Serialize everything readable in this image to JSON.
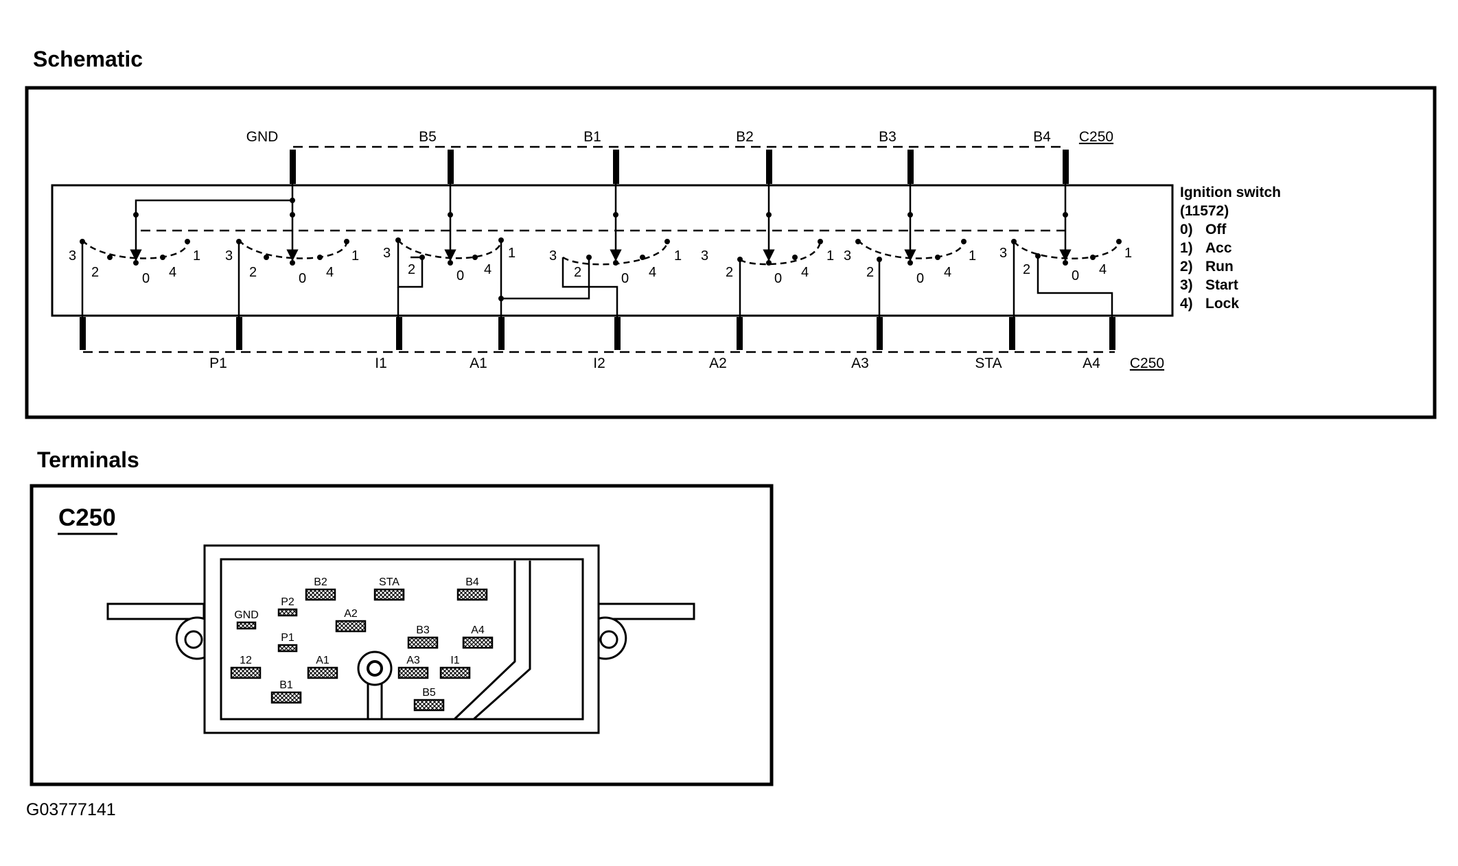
{
  "schematic": {
    "title": "Schematic",
    "connector_top": "C250",
    "connector_bottom": "C250",
    "top_terminals": [
      "GND",
      "B5",
      "B1",
      "B2",
      "B3",
      "B4"
    ],
    "bottom_terminals": [
      "P1",
      "I1",
      "A1",
      "I2",
      "A2",
      "A3",
      "STA",
      "A4"
    ],
    "position_digits": [
      "3",
      "2",
      "0",
      "4",
      "1"
    ],
    "legend": {
      "title": "Ignition switch",
      "part_number": "(11572)",
      "items": [
        {
          "num": "0)",
          "label": "Off"
        },
        {
          "num": "1)",
          "label": "Acc"
        },
        {
          "num": "2)",
          "label": "Run"
        },
        {
          "num": "3)",
          "label": "Start"
        },
        {
          "num": "4)",
          "label": "Lock"
        }
      ]
    }
  },
  "terminals": {
    "title": "Terminals",
    "connector": "C250",
    "pins": [
      {
        "label": "B2",
        "size": "large"
      },
      {
        "label": "STA",
        "size": "large"
      },
      {
        "label": "B4",
        "size": "large"
      },
      {
        "label": "P2",
        "size": "small"
      },
      {
        "label": "GND",
        "size": "small"
      },
      {
        "label": "A2",
        "size": "large"
      },
      {
        "label": "B3",
        "size": "large"
      },
      {
        "label": "A4",
        "size": "large"
      },
      {
        "label": "P1",
        "size": "small"
      },
      {
        "label": "12",
        "size": "large"
      },
      {
        "label": "A1",
        "size": "large"
      },
      {
        "label": "A3",
        "size": "large"
      },
      {
        "label": "I1",
        "size": "large"
      },
      {
        "label": "B1",
        "size": "large"
      },
      {
        "label": "B5",
        "size": "large"
      }
    ]
  },
  "figure_id": "G03777141"
}
